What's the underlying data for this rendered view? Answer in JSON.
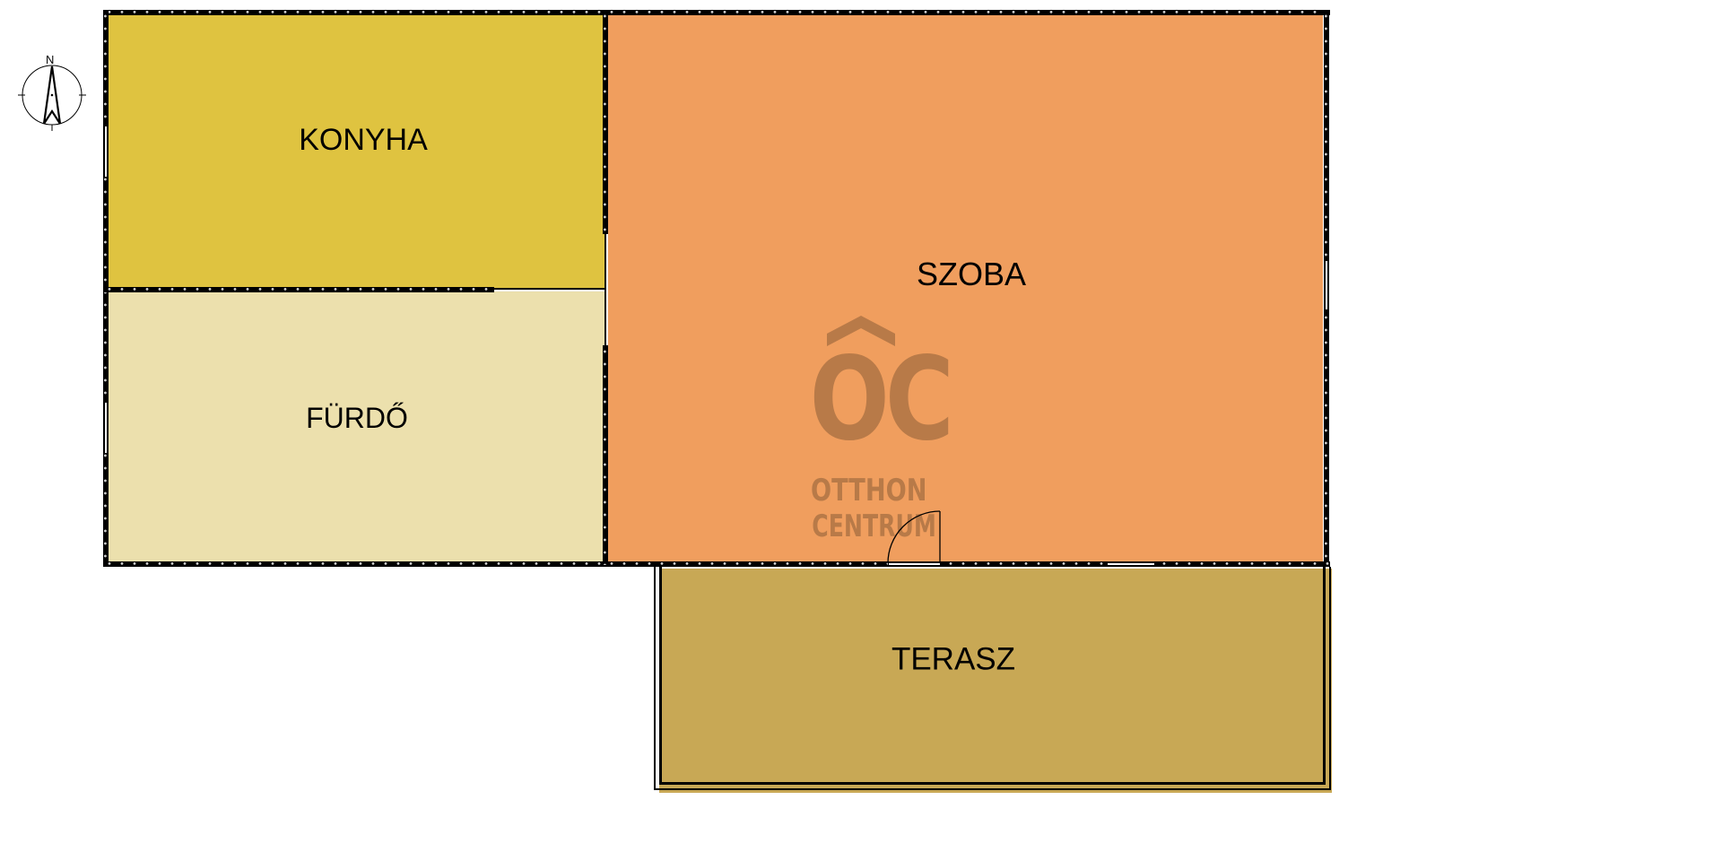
{
  "plan": {
    "compass": {
      "label": "N"
    },
    "rooms": [
      {
        "id": "konyha",
        "label": "KONYHA",
        "color": "#DFC340"
      },
      {
        "id": "furdo",
        "label": "FÜRDŐ",
        "color": "#ECE0AD"
      },
      {
        "id": "szoba",
        "label": "SZOBA",
        "color": "#F09E5E"
      },
      {
        "id": "terasz",
        "label": "TERASZ",
        "color": "#C8A855"
      }
    ],
    "watermark": {
      "monogram": "OC",
      "line1": "OTTHON",
      "line2": "CENTRUM",
      "color": "#B87A48"
    },
    "wall_color": "#000000"
  }
}
